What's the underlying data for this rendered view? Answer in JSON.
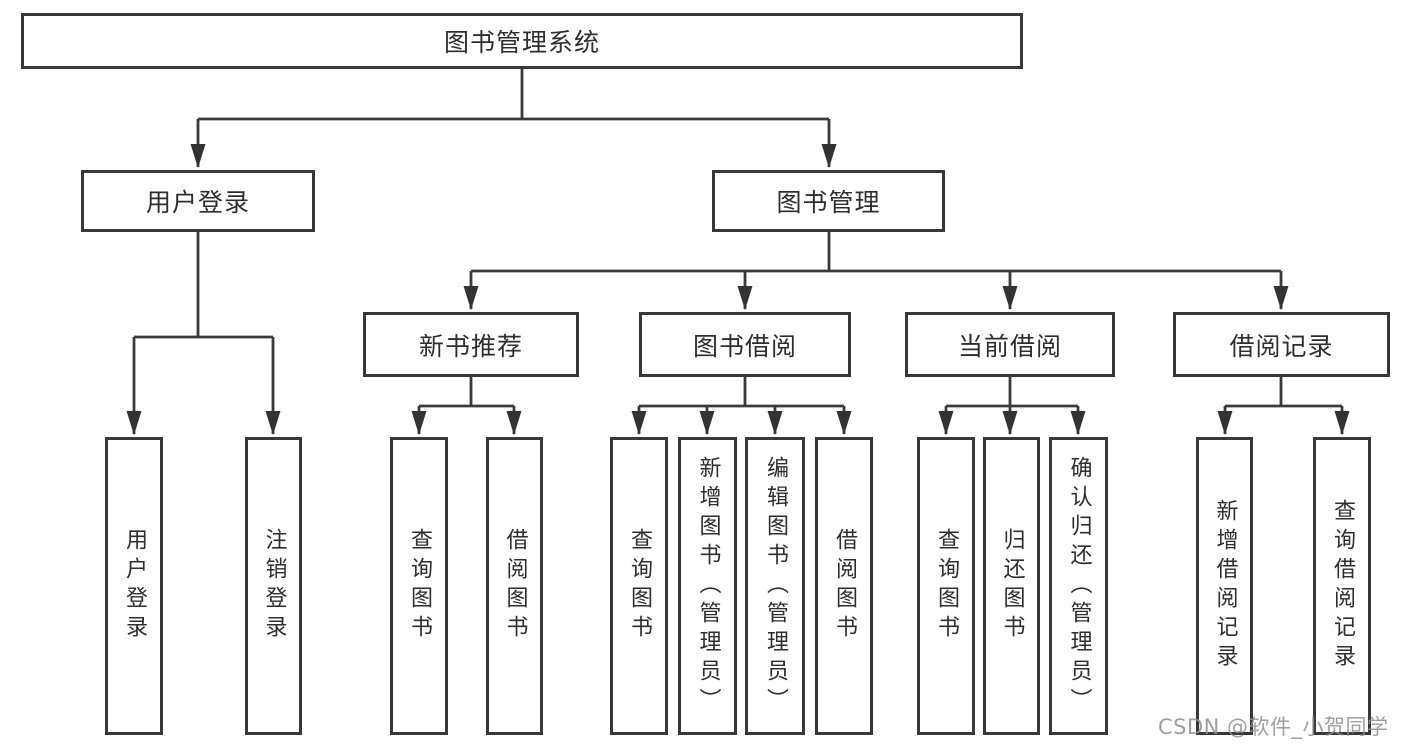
{
  "diagram": {
    "root": {
      "label": "图书管理系统"
    },
    "branches": [
      {
        "label": "用户登录",
        "children": [
          {
            "label": "用户登录"
          },
          {
            "label": "注销登录"
          }
        ]
      },
      {
        "label": "图书管理",
        "children": [
          {
            "label": "新书推荐",
            "children": [
              {
                "label": "查询图书"
              },
              {
                "label": "借阅图书"
              }
            ]
          },
          {
            "label": "图书借阅",
            "children": [
              {
                "label": "查询图书"
              },
              {
                "label": "新增图书（管理员）"
              },
              {
                "label": "编辑图书（管理员）"
              },
              {
                "label": "借阅图书"
              }
            ]
          },
          {
            "label": "当前借阅",
            "children": [
              {
                "label": "查询图书"
              },
              {
                "label": "归还图书"
              },
              {
                "label": "确认归还（管理员）"
              }
            ]
          },
          {
            "label": "借阅记录",
            "children": [
              {
                "label": "新增借阅记录"
              },
              {
                "label": "查询借阅记录"
              }
            ]
          }
        ]
      }
    ]
  },
  "watermark": {
    "text": "CSDN @软件_小贺同学",
    "color": "#8f8f91"
  },
  "colors": {
    "line": "#3a3a3a",
    "box_border": "#383838",
    "text": "#2e2e2e",
    "background": "#ffffff"
  }
}
